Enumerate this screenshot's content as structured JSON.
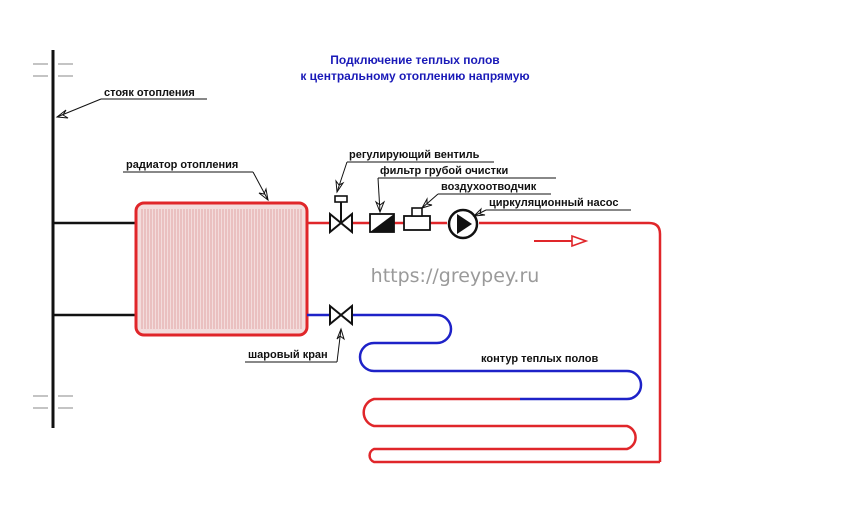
{
  "title": {
    "line1": "Подключение теплых полов",
    "line2": "к центральному отоплению напрямую"
  },
  "labels": {
    "riser": "стояк отопления",
    "radiator": "радиатор отопления",
    "control_valve": "регулирующий вентиль",
    "coarse_filter": "фильтр грубой очистки",
    "air_vent": "воздухоотводчик",
    "pump": "циркуляционный насос",
    "ball_valve": "шаровый кран",
    "floor_loop": "контур теплых полов"
  },
  "watermark": "https://greypey.ru",
  "colors": {
    "supply": "#e0262a",
    "return": "#1e22c8",
    "riser": "#111111",
    "title": "#1a1ab8",
    "radiator_fill": "#f3dcdc",
    "watermark": "#9a9a9a"
  },
  "icons": [
    "control-valve-icon",
    "filter-icon",
    "air-vent-icon",
    "pump-icon",
    "ball-valve-icon",
    "flow-arrow-icon"
  ]
}
